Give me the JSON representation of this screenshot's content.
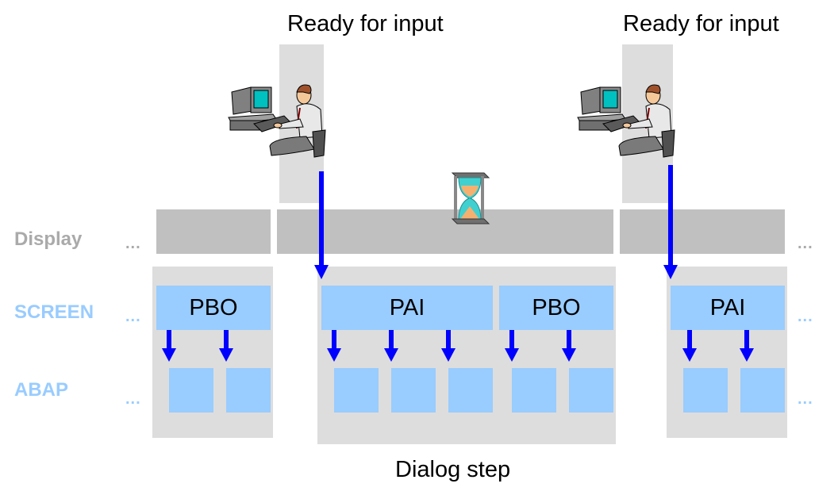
{
  "labels": {
    "ready_left": "Ready for input",
    "ready_right": "Ready for input",
    "dialog_step": "Dialog step"
  },
  "rows": {
    "display": "Display",
    "screen": "SCREEN",
    "abap": "ABAP",
    "ellipsis": "..."
  },
  "screen_blocks": [
    {
      "label": "PBO",
      "abap_calls": 2
    },
    {
      "label": "PAI",
      "abap_calls": 3
    },
    {
      "label": "PBO",
      "abap_calls": 2
    },
    {
      "label": "PAI",
      "abap_calls": 2
    }
  ],
  "icons": {
    "user": "user-at-computer-icon",
    "wait": "hourglass-icon"
  },
  "colors": {
    "display_label": "#aaaaaa",
    "screen_label": "#99ccff",
    "abap_label": "#99ccff",
    "display_bar": "#c0c0c0",
    "panel": "#dddddd",
    "screen_box": "#99ccff",
    "arrow": "#0000ff"
  }
}
